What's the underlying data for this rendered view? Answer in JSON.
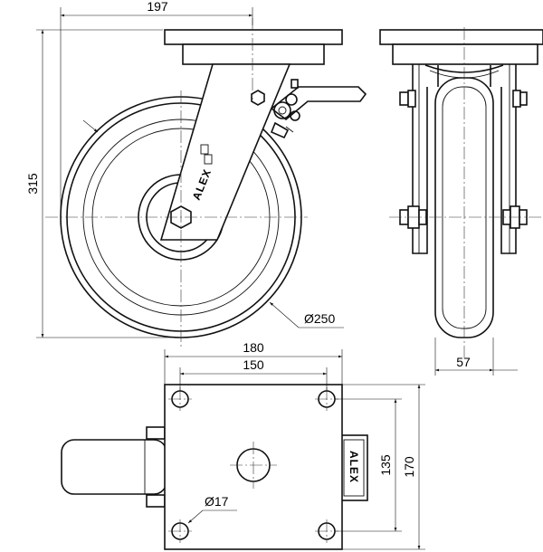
{
  "drawing": {
    "title": "",
    "side_view": {
      "offset_dimension": "197",
      "height_dimension": "315",
      "wheel_diameter": "Ø250"
    },
    "front_view": {
      "wheel_width": "57"
    },
    "top_plate": {
      "plate_length": "180",
      "hole_spacing_length": "150",
      "hole_spacing_width": "135",
      "plate_width": "170",
      "hole_diameter": "Ø17"
    },
    "brand_marking": "ALEX",
    "fork_marking": "ALEX"
  }
}
